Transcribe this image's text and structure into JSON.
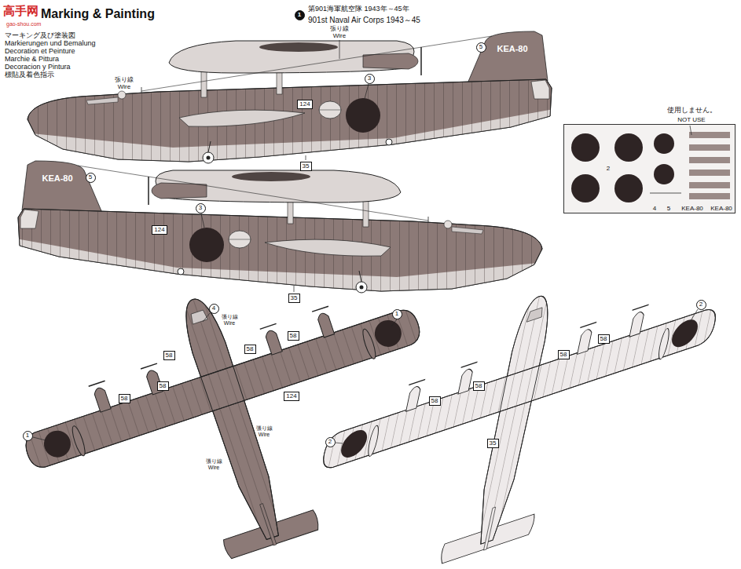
{
  "diagram": {
    "title": "Marking & Painting",
    "nodes": [
      {
        "text": [
          "1"
        ]
      },
      {
        "text": [
          "2",
          "4",
          "5",
          "KEA-80",
          "KEA-80"
        ]
      },
      {
        "text": [
          "5"
        ]
      },
      {
        "text": [
          "124"
        ]
      },
      {
        "text": [
          "3"
        ]
      },
      {
        "text": [
          "35"
        ]
      },
      {
        "text": [
          "5"
        ]
      },
      {
        "text": [
          "124"
        ]
      },
      {
        "text": [
          "3"
        ]
      },
      {
        "text": [
          "35"
        ]
      },
      {
        "text": [
          "4"
        ]
      },
      {
        "text": [
          "1"
        ]
      },
      {
        "text": [
          "1"
        ]
      },
      {
        "text": [
          "58"
        ]
      },
      {
        "text": [
          "58"
        ]
      },
      {
        "text": [
          "58"
        ]
      },
      {
        "text": [
          "58"
        ]
      },
      {
        "text": [
          "58"
        ]
      },
      {
        "text": [
          "124"
        ]
      },
      {
        "text": [
          "2"
        ]
      },
      {
        "text": [
          "2"
        ]
      },
      {
        "text": [
          "58"
        ]
      },
      {
        "text": [
          "58"
        ]
      },
      {
        "text": [
          "58"
        ]
      },
      {
        "text": [
          "58"
        ]
      },
      {
        "text": [
          "35"
        ]
      }
    ],
    "labels": [
      "高手网",
      "gao-shou.com",
      "マーキング及び塗装図",
      "Markierungen und Bemalung",
      "Decoration et Peinture",
      "Marchie & Pittura",
      "Decoracion y Pintura",
      "標貼及着色指示",
      "第901海軍航空隊 1943年～45年",
      "901st Naval Air Corps 1943～45",
      "張り線",
      "Wire",
      "KEA-80",
      "張り線",
      "Wire",
      "KEA-80",
      "張り線",
      "Wire",
      "張り線",
      "Wire",
      "張り線",
      "Wire",
      "使用しません。",
      "NOT USE"
    ]
  }
}
